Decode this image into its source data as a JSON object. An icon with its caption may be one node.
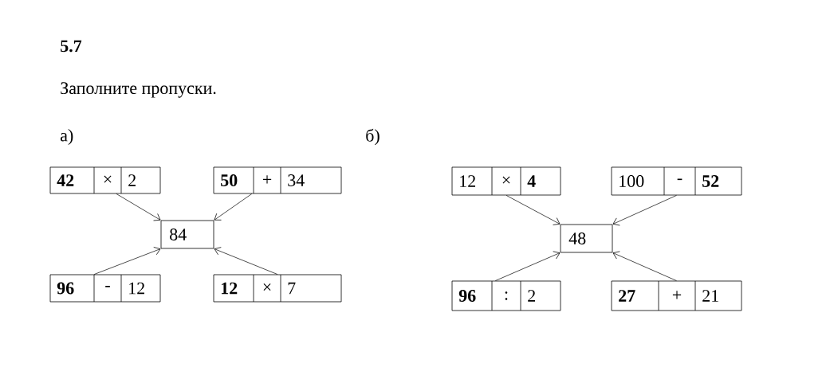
{
  "diagram": {
    "title": "5.7",
    "nodes": [
      {
        "text": [
          "**42**",
          "×",
          "2"
        ]
      },
      {
        "text": [
          "**50**",
          "+",
          "34"
        ]
      },
      {
        "text": [
          "84"
        ]
      },
      {
        "text": [
          "**96**",
          "-",
          "12"
        ]
      },
      {
        "text": [
          "**12**",
          "×",
          "7"
        ]
      },
      {
        "text": [
          "12",
          "×",
          "**4**"
        ]
      },
      {
        "text": [
          "100",
          "-",
          "**52**"
        ]
      },
      {
        "text": [
          "48"
        ]
      },
      {
        "text": [
          "**96**",
          ":",
          "2"
        ]
      },
      {
        "text": [
          "**27**",
          "+",
          "21"
        ]
      }
    ],
    "edges": [
      {
        "from": 0,
        "to": 2,
        "arrow": "to"
      },
      {
        "from": 1,
        "to": 2,
        "arrow": "to"
      },
      {
        "from": 3,
        "to": 2,
        "arrow": "to"
      },
      {
        "from": 4,
        "to": 2,
        "arrow": "to"
      },
      {
        "from": 5,
        "to": 7,
        "arrow": "to"
      },
      {
        "from": 6,
        "to": 7,
        "arrow": "to"
      },
      {
        "from": 8,
        "to": 7,
        "arrow": "to"
      },
      {
        "from": 9,
        "to": 7,
        "arrow": "to"
      }
    ],
    "labels": [
      "Заполните пропуски.",
      "а)",
      "б)"
    ]
  }
}
